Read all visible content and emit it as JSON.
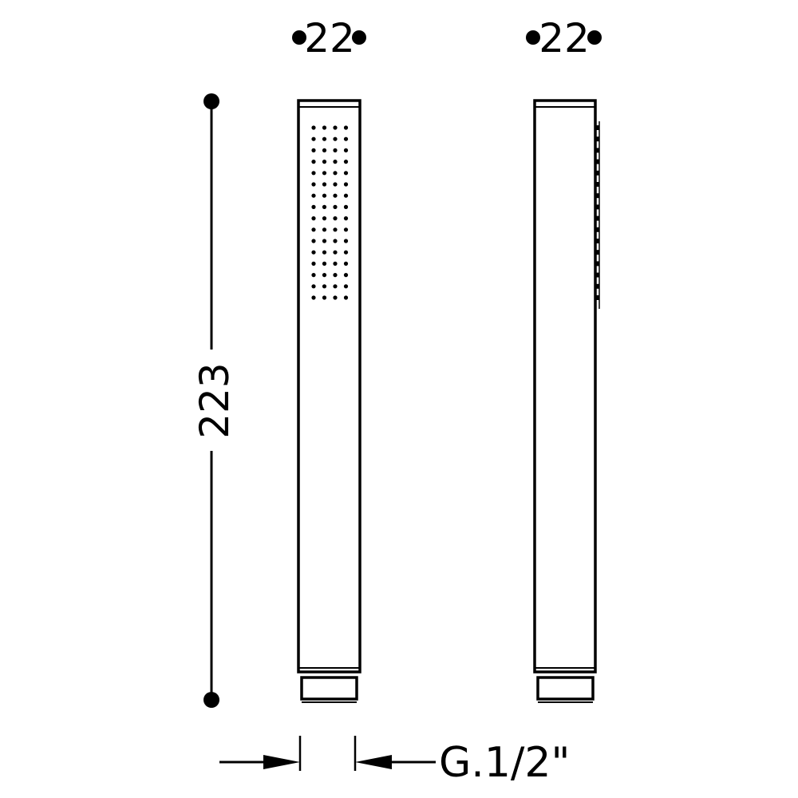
{
  "drawing": {
    "colors": {
      "line": "#000000",
      "background": "#ffffff"
    },
    "dimensions": {
      "width_front": "22",
      "width_side": "22",
      "height": "223",
      "connection": "G.1/2\""
    },
    "views": [
      "front-view",
      "side-view"
    ],
    "spray_grid": {
      "columns": 4,
      "rows": 16
    }
  }
}
